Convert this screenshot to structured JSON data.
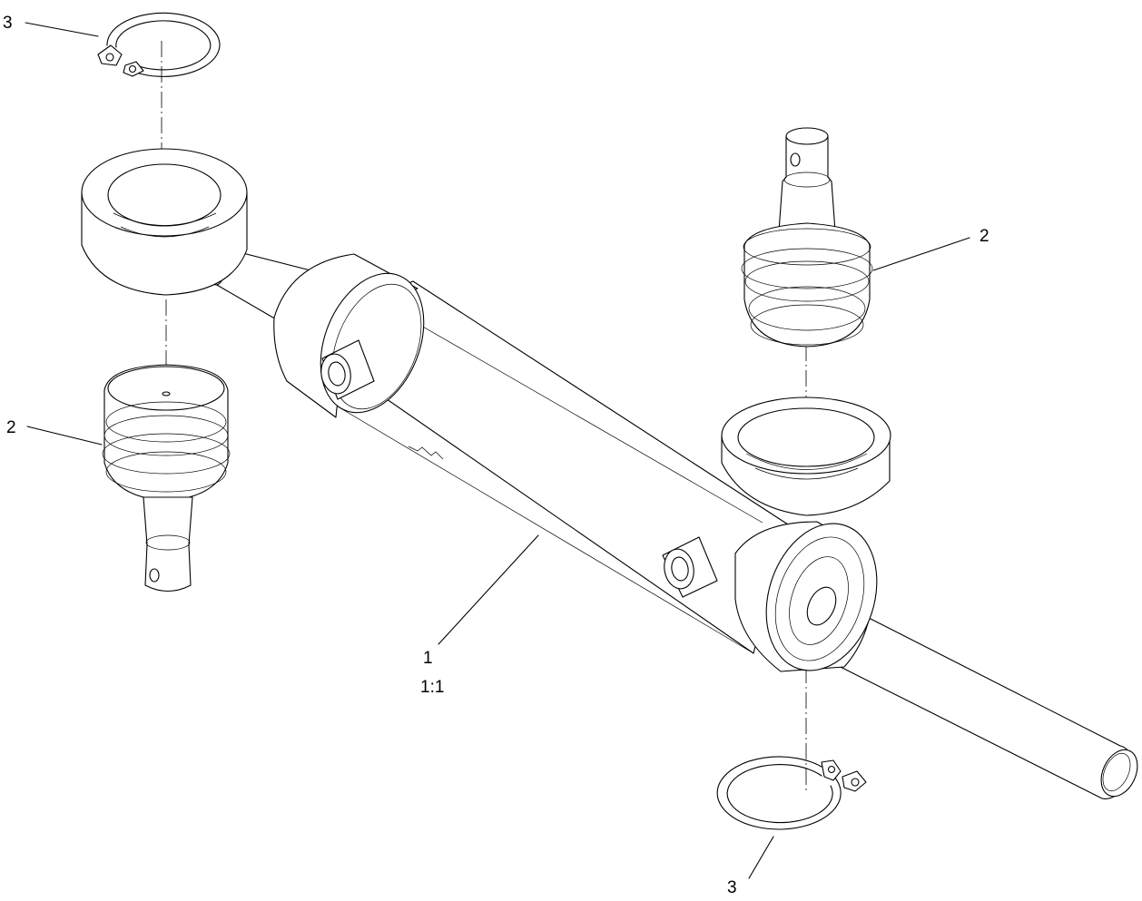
{
  "callouts": {
    "snap_ring_top": "3",
    "ball_joint_left": "2",
    "ball_joint_right": "2",
    "snap_ring_bottom": "3",
    "cylinder_number": "1",
    "cylinder_scale": "1:1"
  }
}
